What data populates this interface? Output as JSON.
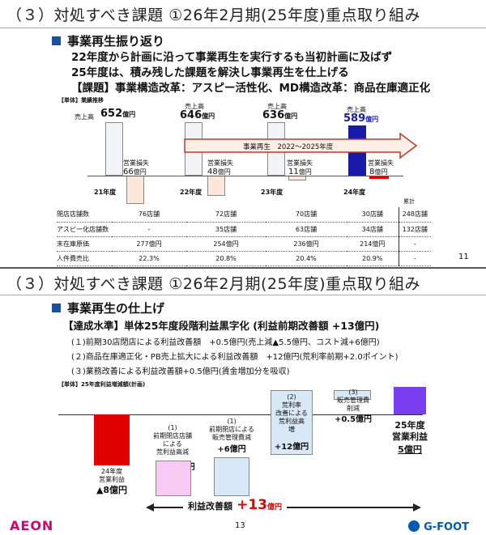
{
  "slide1": {
    "title": "（３）対処すべき課題 ①26年2月期(25年度)重点取り組み",
    "heading": "事業再生振り返り",
    "lines": [
      "22年度から計画に沿って事業再生を実行するも当初計画に及ばず",
      "25年度は、積み残した課題を解決し事業再生を仕上げる",
      "【課題】事業構造改革：アスピー活性化、MD構造改革：商品在庫適正化"
    ],
    "chart_label": "【単体】業績推移",
    "sales_label": "売上高",
    "loss_label": "営業損失",
    "arrow_label": "事業再生　2022～2025年度",
    "years": [
      {
        "year": "21年度",
        "sales": "652",
        "loss": "66"
      },
      {
        "year": "22年度",
        "sales": "646",
        "loss": "48"
      },
      {
        "year": "23年度",
        "sales": "636",
        "loss": "11"
      },
      {
        "year": "24年度",
        "sales": "589",
        "loss": "8"
      }
    ],
    "unit_oku": "億円",
    "table": {
      "total_header": "累計",
      "rows": [
        {
          "label": "閉店店舗数",
          "v": [
            "76店舗",
            "72店舗",
            "70店舗",
            "30店舗"
          ],
          "total": "248店舗"
        },
        {
          "label": "アスピー化店舗数",
          "v": [
            "-",
            "35店舗",
            "63店舗",
            "34店舗"
          ],
          "total": "132店舗"
        },
        {
          "label": "末在庫原価",
          "v": [
            "277億円",
            "254億円",
            "236億円",
            "214億円"
          ],
          "total": "-"
        },
        {
          "label": "人件費売比",
          "v": [
            "22.3%",
            "20.8%",
            "20.4%",
            "20.9%"
          ],
          "total": "-"
        }
      ]
    },
    "page": "11"
  },
  "slide2": {
    "title": "（３）対処すべき課題 ①26年2月期(25年度)重点取り組み",
    "heading": "事業再生の仕上げ",
    "target": "【達成水準】単体25年度段階利益黒字化 (利益前期改善額 +13億円)",
    "items": [
      "(１)前期30店閉店による利益改善額　+0.5億円(売上減▲5.5億円、コスト減+6億円)",
      "(２)商品在庫適正化・PB売上拡大による利益改善額　+12億円(荒利率前期+2.0ポイント)",
      "(３)業務改善による利益改善額+0.5億円(賃金増加分を吸収)"
    ],
    "chart_label": "【単体】25年度利益増減額(計画)",
    "wf": {
      "start_title": "24年度\n営業利益",
      "start_val": "▲8億円",
      "s1a_title": "(1)\n前期閉店店舗\nによる\n荒利益高減",
      "s1a_val": "▲5.5億円",
      "s1b_title": "(1)\n前期閉店による\n販売管理費減",
      "s1b_val": "+6億円",
      "s2_title": "(2)\n荒利率\n改善による\n荒利益高\n増",
      "s2_val": "+12億円",
      "s3_title": "(3)\n販売管理費\n削減",
      "s3_val": "+0.5億円",
      "end_title": "25年度\n営業利益",
      "end_val": "5億円"
    },
    "improve_label": "利益改善額",
    "improve_value": "+13",
    "improve_unit": "億円",
    "footer_left": "AEON",
    "footer_page": "13",
    "footer_right": "G-FOOT",
    "colors": {
      "accent": "#1f4e9c",
      "red": "#e00000",
      "navy": "#1a1aa8",
      "purple": "#7a3ff0",
      "pink": "#f8c9f2",
      "lightblue": "#d8e8f6",
      "peach": "#fde6da"
    }
  }
}
